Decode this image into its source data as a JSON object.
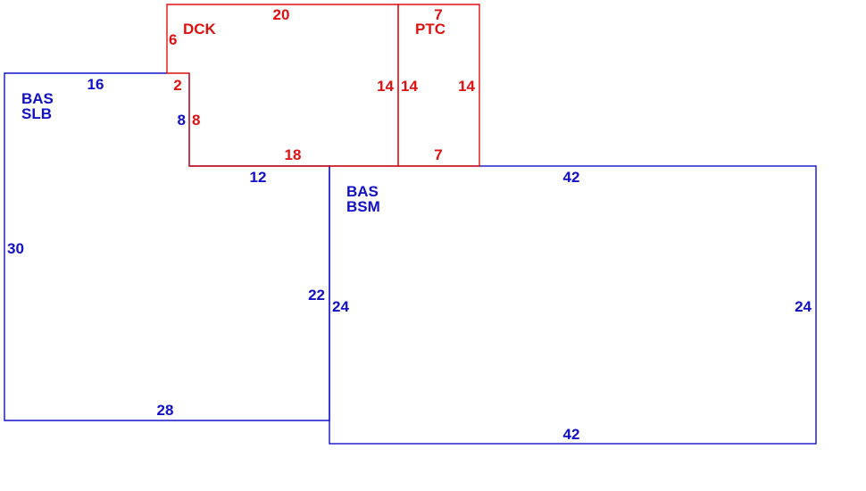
{
  "colors": {
    "basement": "#1010c8",
    "upper": "#e01010",
    "background": "#ffffff"
  },
  "rooms": [
    {
      "id": "bas-slb",
      "level": "basement",
      "label": [
        "BAS",
        "SLB"
      ]
    },
    {
      "id": "bas-bsm",
      "level": "basement",
      "label": [
        "BAS",
        "BSM"
      ]
    },
    {
      "id": "dck",
      "level": "upper",
      "label": [
        "DCK"
      ]
    },
    {
      "id": "ptc",
      "level": "upper",
      "label": [
        "PTC"
      ]
    }
  ],
  "dimensions": {
    "slb_top": "16",
    "slb_left": "30",
    "slb_bottom": "28",
    "slb_right_lower": "22",
    "slb_notch_bottom": "12",
    "slb_notch_side": "8",
    "bsm_top": "42",
    "bsm_bottom": "42",
    "bsm_left": "24",
    "bsm_right": "24",
    "dck_top": "20",
    "dck_left_upper": "6",
    "dck_left_step": "2",
    "dck_left_lower": "8",
    "dck_bottom": "18",
    "dck_right": "14",
    "ptc_top": "7",
    "ptc_bottom": "7",
    "ptc_left": "14",
    "ptc_right": "14"
  }
}
